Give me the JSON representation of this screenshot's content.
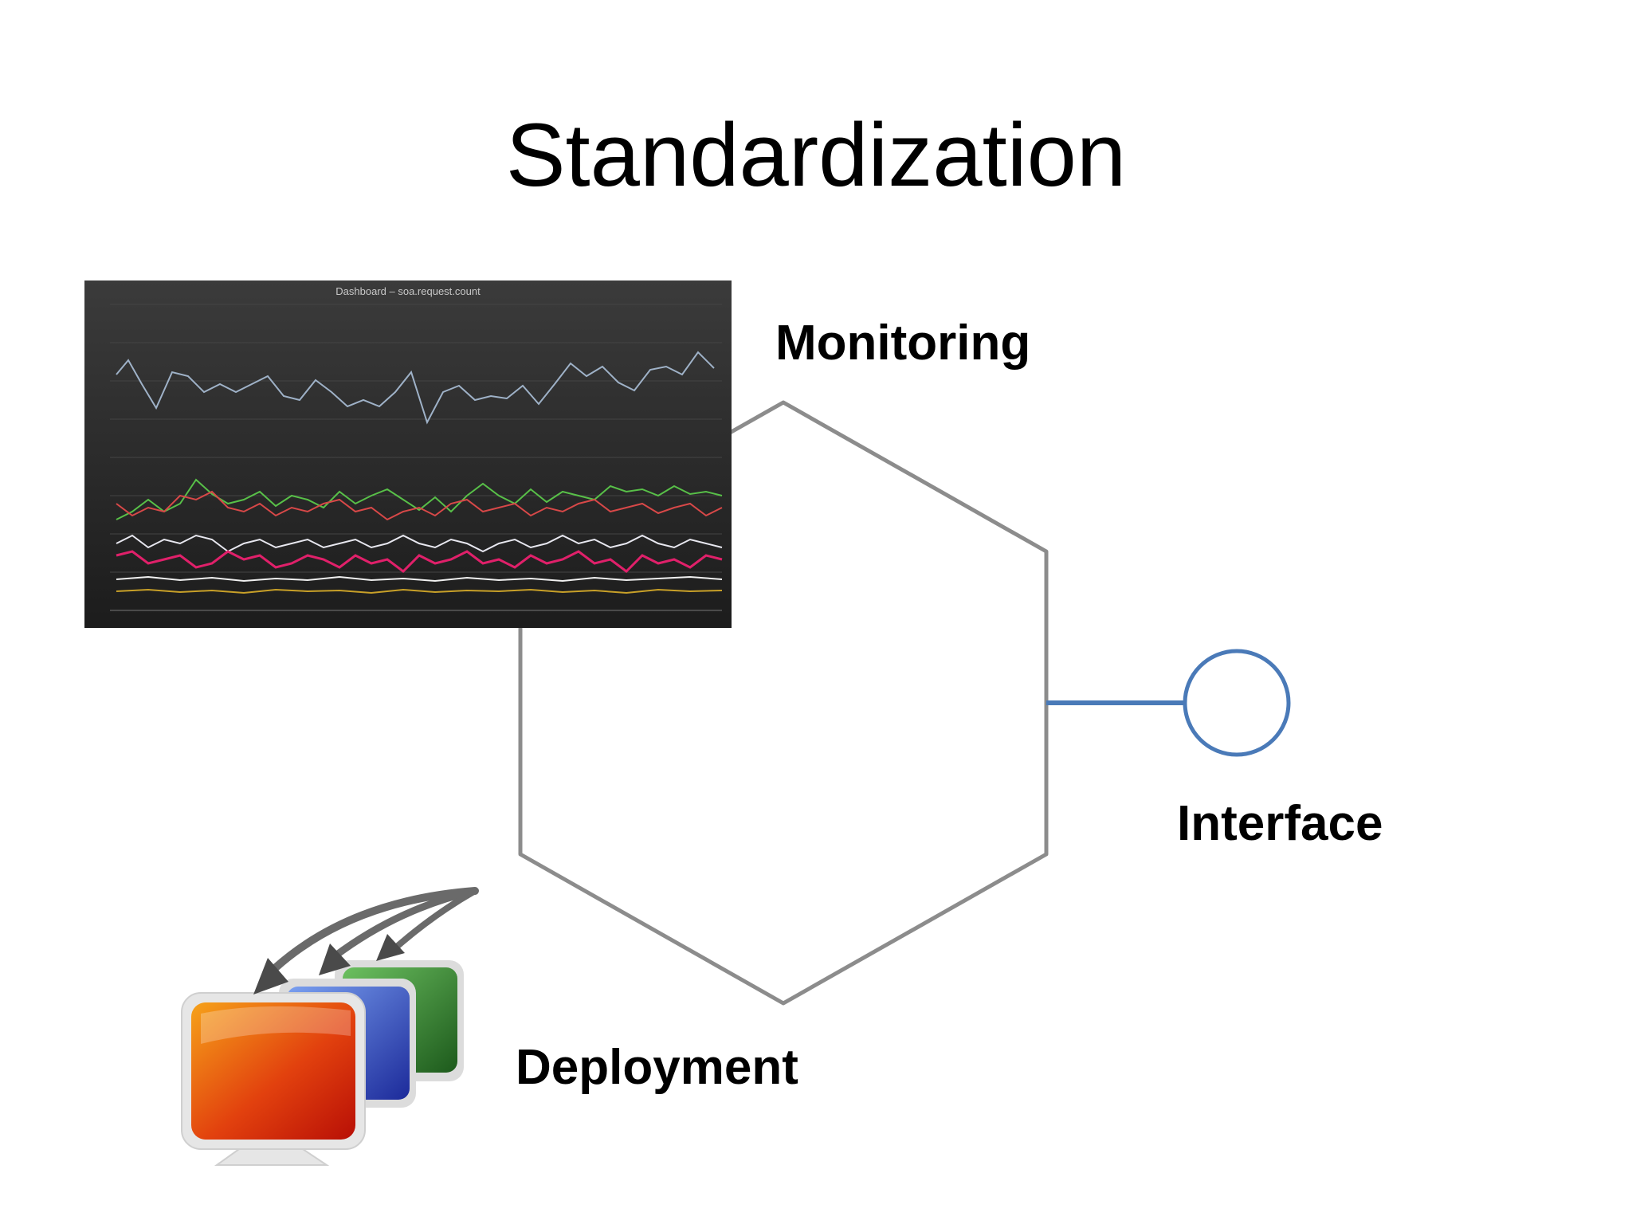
{
  "slide": {
    "title": "Standardization",
    "labels": {
      "monitoring": "Monitoring",
      "interface": "Interface",
      "deployment": "Deployment"
    }
  },
  "dashboard": {
    "title": "Dashboard – soa.request.count"
  },
  "colors": {
    "hexagon": "#8c8c8c",
    "interface": "#4a7ab8",
    "monitor_front": "#d33a0a",
    "monitor_mid": "#2e3fb0",
    "monitor_back": "#2f7a2a"
  },
  "icons": [
    "deployment-monitors-icon",
    "deployment-arrow-icon"
  ]
}
